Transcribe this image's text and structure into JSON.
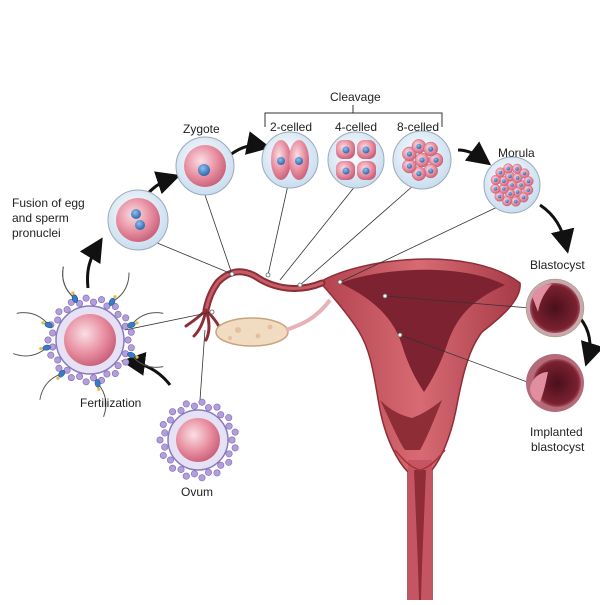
{
  "labels": {
    "cleavage": "Cleavage",
    "zygote": "Zygote",
    "two_celled": "2-celled",
    "four_celled": "4-celled",
    "eight_celled": "8-celled",
    "morula": "Morula",
    "fusion_line1": "Fusion of egg",
    "fusion_line2": "and sperm",
    "fusion_line3": "pronuclei",
    "blastocyst": "Blastocyst",
    "fertilization": "Fertilization",
    "implanted_line1": "Implanted",
    "implanted_line2": "blastocyst",
    "ovum": "Ovum"
  },
  "colors": {
    "cell_pink": "#e88ea0",
    "cell_outer": "#cfe3f2",
    "nucleus_blue": "#3a7cc4",
    "uterus_dark": "#8e2d36",
    "uterus_mid": "#c45560",
    "uterus_light": "#e8b3b3",
    "corona_purple": "#b39ddb",
    "arrow": "#111111"
  }
}
